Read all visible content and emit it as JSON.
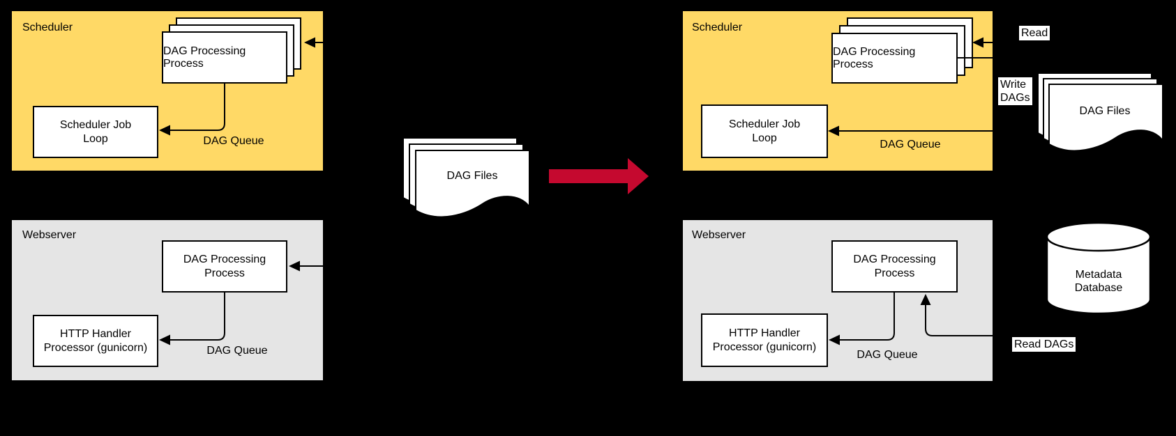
{
  "colors": {
    "background": "#000000",
    "scheduler_fill": "#FFD966",
    "webserver_fill": "#E5E5E5",
    "box_fill": "#FFFFFF",
    "stroke": "#000000",
    "red_arrow": "#C5092F",
    "label_bg": "#FFFFFF",
    "text": "#000000"
  },
  "left": {
    "scheduler": {
      "title": "Scheduler",
      "dag_processing_label": "DAG Processing\nProcess",
      "job_loop_label": "Scheduler Job\nLoop",
      "queue_label": "DAG Queue"
    },
    "webserver": {
      "title": "Webserver",
      "dag_processing_label": "DAG Processing\nProcess",
      "handler_label": "HTTP Handler\nProcessor (gunicorn)",
      "queue_label": "DAG Queue"
    }
  },
  "center": {
    "dag_files_label": "DAG Files"
  },
  "right": {
    "scheduler": {
      "title": "Scheduler",
      "dag_processing_label": "DAG Processing\nProcess",
      "job_loop_label": "Scheduler Job\nLoop",
      "queue_label": "DAG Queue",
      "read_label": "Read",
      "write_dags_label": "Write\nDAGs"
    },
    "webserver": {
      "title": "Webserver",
      "dag_processing_label": "DAG Processing\nProcess",
      "handler_label": "HTTP Handler\nProcessor (gunicorn)",
      "queue_label": "DAG Queue",
      "read_dags_label": "Read DAGs"
    },
    "dag_files_label": "DAG Files",
    "database_label": "Metadata\nDatabase"
  }
}
